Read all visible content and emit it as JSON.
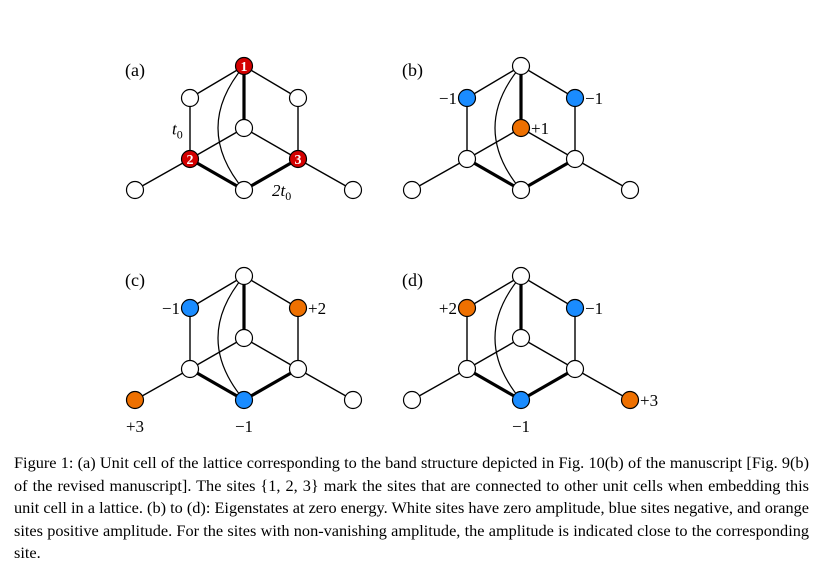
{
  "colors": {
    "red": "#d40000",
    "blue": "#1a8cff",
    "orange": "#ee7000",
    "white": "#ffffff"
  },
  "panels": [
    {
      "label": "(a)",
      "nodes": {
        "0": {
          "color": "red",
          "number": "1"
        },
        "4": {
          "color": "red",
          "number": "2"
        },
        "5": {
          "color": "red",
          "number": "3"
        }
      },
      "amplitudes": [],
      "bond_labels": [
        {
          "text": "t0",
          "base": "t",
          "sub": "0",
          "pos": "left-edge"
        },
        {
          "text": "2t0",
          "base": "2t",
          "sub": "0",
          "pos": "bottom-right-edge"
        }
      ]
    },
    {
      "label": "(b)",
      "nodes": {
        "1": {
          "color": "blue"
        },
        "2": {
          "color": "blue"
        },
        "3": {
          "color": "orange"
        }
      },
      "amplitudes": [
        {
          "node": 1,
          "text": "−1",
          "side": "left"
        },
        {
          "node": 2,
          "text": "−1",
          "side": "right"
        },
        {
          "node": 3,
          "text": "+1",
          "side": "right"
        }
      ]
    },
    {
      "label": "(c)",
      "nodes": {
        "1": {
          "color": "blue"
        },
        "2": {
          "color": "orange"
        },
        "7": {
          "color": "orange"
        },
        "6": {
          "color": "blue"
        }
      },
      "amplitudes": [
        {
          "node": 1,
          "text": "−1",
          "side": "left"
        },
        {
          "node": 2,
          "text": "+2",
          "side": "right"
        },
        {
          "node": 7,
          "text": "+3",
          "side": "below"
        },
        {
          "node": 6,
          "text": "−1",
          "side": "below"
        }
      ]
    },
    {
      "label": "(d)",
      "nodes": {
        "1": {
          "color": "orange"
        },
        "2": {
          "color": "blue"
        },
        "6": {
          "color": "blue"
        },
        "8": {
          "color": "orange"
        }
      },
      "amplitudes": [
        {
          "node": 1,
          "text": "+2",
          "side": "left"
        },
        {
          "node": 2,
          "text": "−1",
          "side": "right"
        },
        {
          "node": 6,
          "text": "−1",
          "side": "below"
        },
        {
          "node": 8,
          "text": "+3",
          "side": "right"
        }
      ]
    }
  ],
  "caption": "Figure 1: (a) Unit cell of the lattice corresponding to the band structure depicted in Fig. 10(b) of the manuscript [Fig. 9(b) of the revised manuscript]. The sites {1, 2, 3} mark the sites that are connected to other unit cells when embedding this unit cell in a lattice. (b) to (d): Eigenstates at zero energy. White sites have zero amplitude, blue sites negative, and orange sites positive amplitude. For the sites with non-vanishing amplitude, the amplitude is indicated close to the corresponding site."
}
